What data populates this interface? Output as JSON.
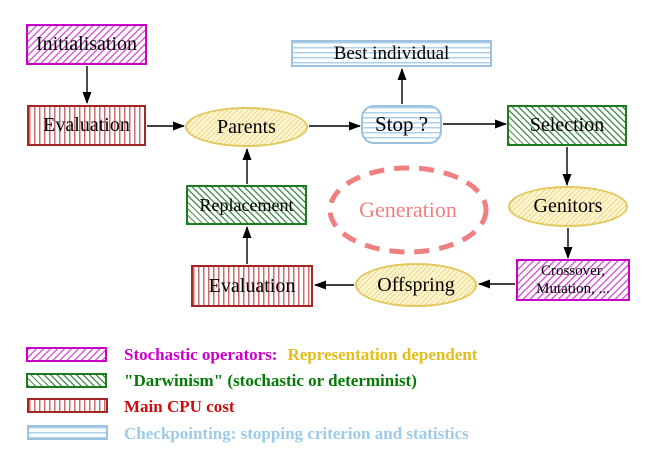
{
  "diagram": {
    "initialisation": "Initialisation",
    "evaluation_top": "Evaluation",
    "parents": "Parents",
    "best_individual": "Best individual",
    "stop": "Stop ?",
    "selection": "Selection",
    "genitors": "Genitors",
    "crossover_line1": "Crossover,",
    "crossover_line2": "Mutation, ...",
    "offspring": "Offspring",
    "evaluation_bottom": "Evaluation",
    "replacement": "Replacement",
    "generation": "Generation"
  },
  "legend": {
    "stochastic_label": "Stochastic operators:",
    "stochastic_extra": "Representation dependent",
    "darwinism_label": "\"Darwinism\" (stochastic or determinist)",
    "cpu_label": "Main CPU cost",
    "checkpointing_label": "Checkpointing: stopping criterion and statistics"
  },
  "colors": {
    "magenta": "#c800c8",
    "green": "#1e7a1e",
    "red": "#a52525",
    "cyan_blue": "#9cc2df",
    "yellow_ellipse": "#e2c85e",
    "gold_text": "#e4bd18",
    "salmon": "#f08080",
    "arrow": "#000000",
    "node_text": "#000000"
  }
}
